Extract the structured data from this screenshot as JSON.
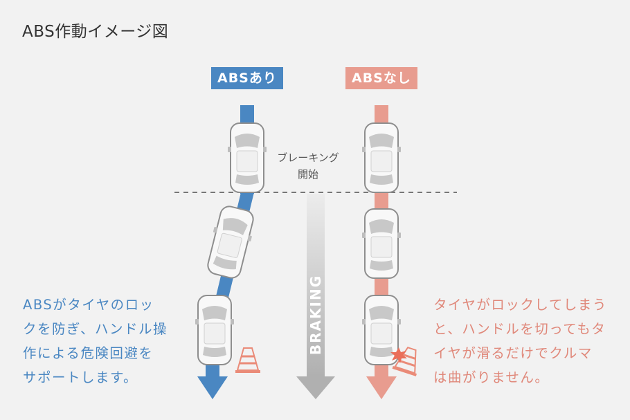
{
  "title": "ABS作動イメージ図",
  "badges": {
    "abs": "ABSあり",
    "noabs": "ABSなし"
  },
  "brake_label": {
    "line1": "ブレーキング",
    "line2": "開始"
  },
  "braking": "BRAKING",
  "caption_abs": [
    "ABSがタイヤのロッ",
    "クを防ぎ、ハンドル操",
    "作による危険回避を",
    "サポートします。"
  ],
  "caption_noabs": [
    "タイヤがロックしてしまう",
    "と、ハンドルを切ってもタ",
    "イヤが滑るだけでクルマ",
    "は曲がりません。"
  ],
  "colors": {
    "abs": "#4a87c2",
    "noabs": "#e89c8f",
    "braking": "#b5b5b5",
    "car": "#f7f7f7"
  }
}
